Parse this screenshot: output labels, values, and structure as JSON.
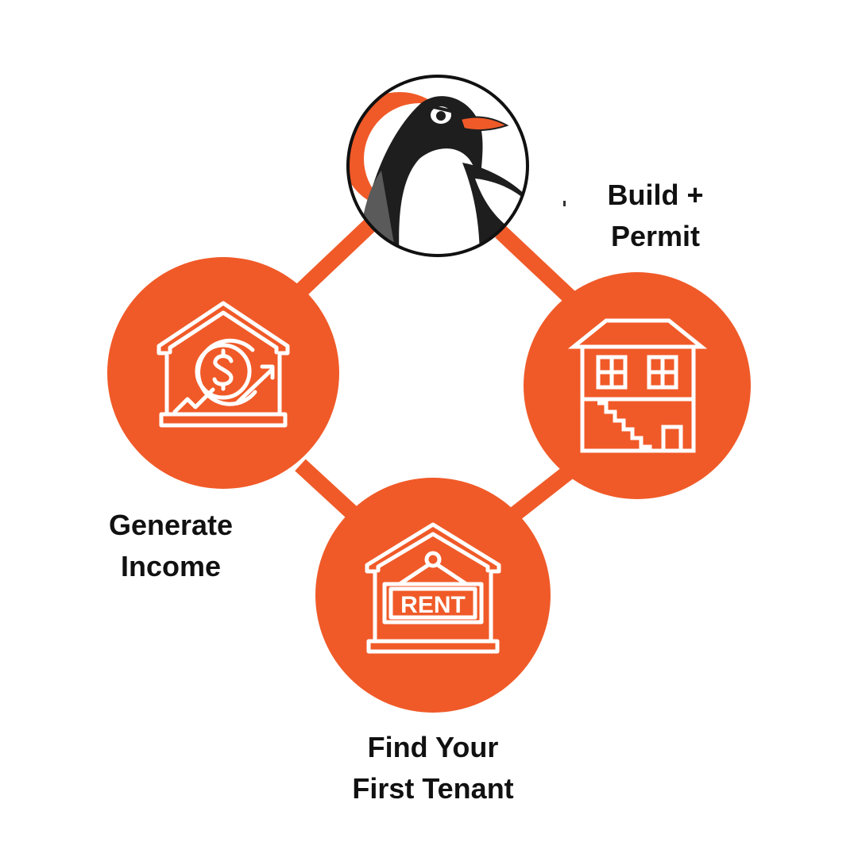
{
  "colors": {
    "accent": "#F05A28",
    "text": "#111111",
    "icon_stroke": "#ffffff",
    "background": "#ffffff"
  },
  "nodes": {
    "logo": {
      "icon": "penguin-logo-icon"
    },
    "build": {
      "icon": "two-story-house-stairs-icon",
      "label_line1": "Build +",
      "label_line2": "Permit"
    },
    "rent": {
      "icon": "house-rent-sign-icon",
      "label_line1": "Find Your",
      "label_line2": "First Tenant",
      "sign_text": "RENT"
    },
    "income": {
      "icon": "house-dollar-growth-icon",
      "label_line1": "Generate",
      "label_line2": "Income"
    }
  }
}
